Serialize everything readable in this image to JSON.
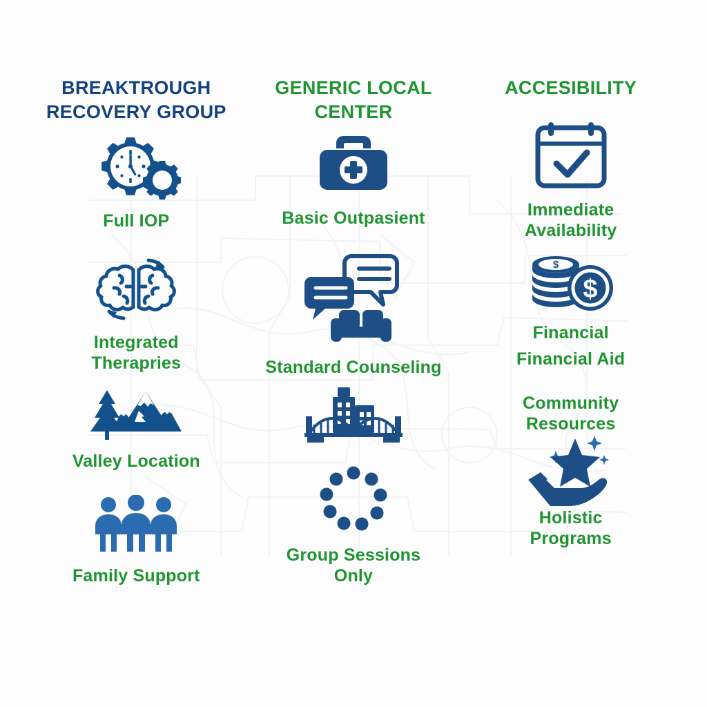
{
  "theme": {
    "background": "#fdfdfd",
    "navy": "#14427c",
    "icon_navy": "#12518c",
    "green": "#1f9431",
    "map_line": "#e9ecef"
  },
  "columns": [
    {
      "id": "breaktrough-recovery-group",
      "header": "BREAKTROUGH\nRECOVERY GROUP",
      "header_color": "#14427c",
      "items": [
        {
          "icon": "clock-gear-icon",
          "label": "Full IOP"
        },
        {
          "icon": "brain-cycle-icon",
          "label": "Integrated\nTherapries"
        },
        {
          "icon": "mountain-tree-icon",
          "label": "Valley Location"
        },
        {
          "icon": "family-group-icon",
          "label": "Family Support"
        }
      ]
    },
    {
      "id": "generic-local-center",
      "header": "GENERIC LOCAL\nCENTER",
      "header_color": "#1f9431",
      "items": [
        {
          "icon": "medical-briefcase-icon",
          "label": "Basic Outpasient"
        },
        {
          "icon": "speech-bubbles-couch-icon",
          "label": "Standard Counseling"
        },
        {
          "icon": "city-bridge-icon",
          "label": ""
        },
        {
          "icon": "circle-of-dots-icon",
          "label": "Group Sessions\nOnly"
        }
      ]
    },
    {
      "id": "accesibility",
      "header": "ACCESIBILITY",
      "header_color": "#1f9431",
      "items": [
        {
          "icon": "calendar-check-icon",
          "label": "Immediate\nAvailability"
        },
        {
          "icon": "coins-dollar-icon",
          "label": "Financial"
        },
        {
          "icon": "",
          "label": "Financial Aid"
        },
        {
          "icon": "",
          "label": "Community\nResources"
        },
        {
          "icon": "hand-star-icon",
          "label": "Holistic\nPrograms"
        }
      ]
    }
  ]
}
